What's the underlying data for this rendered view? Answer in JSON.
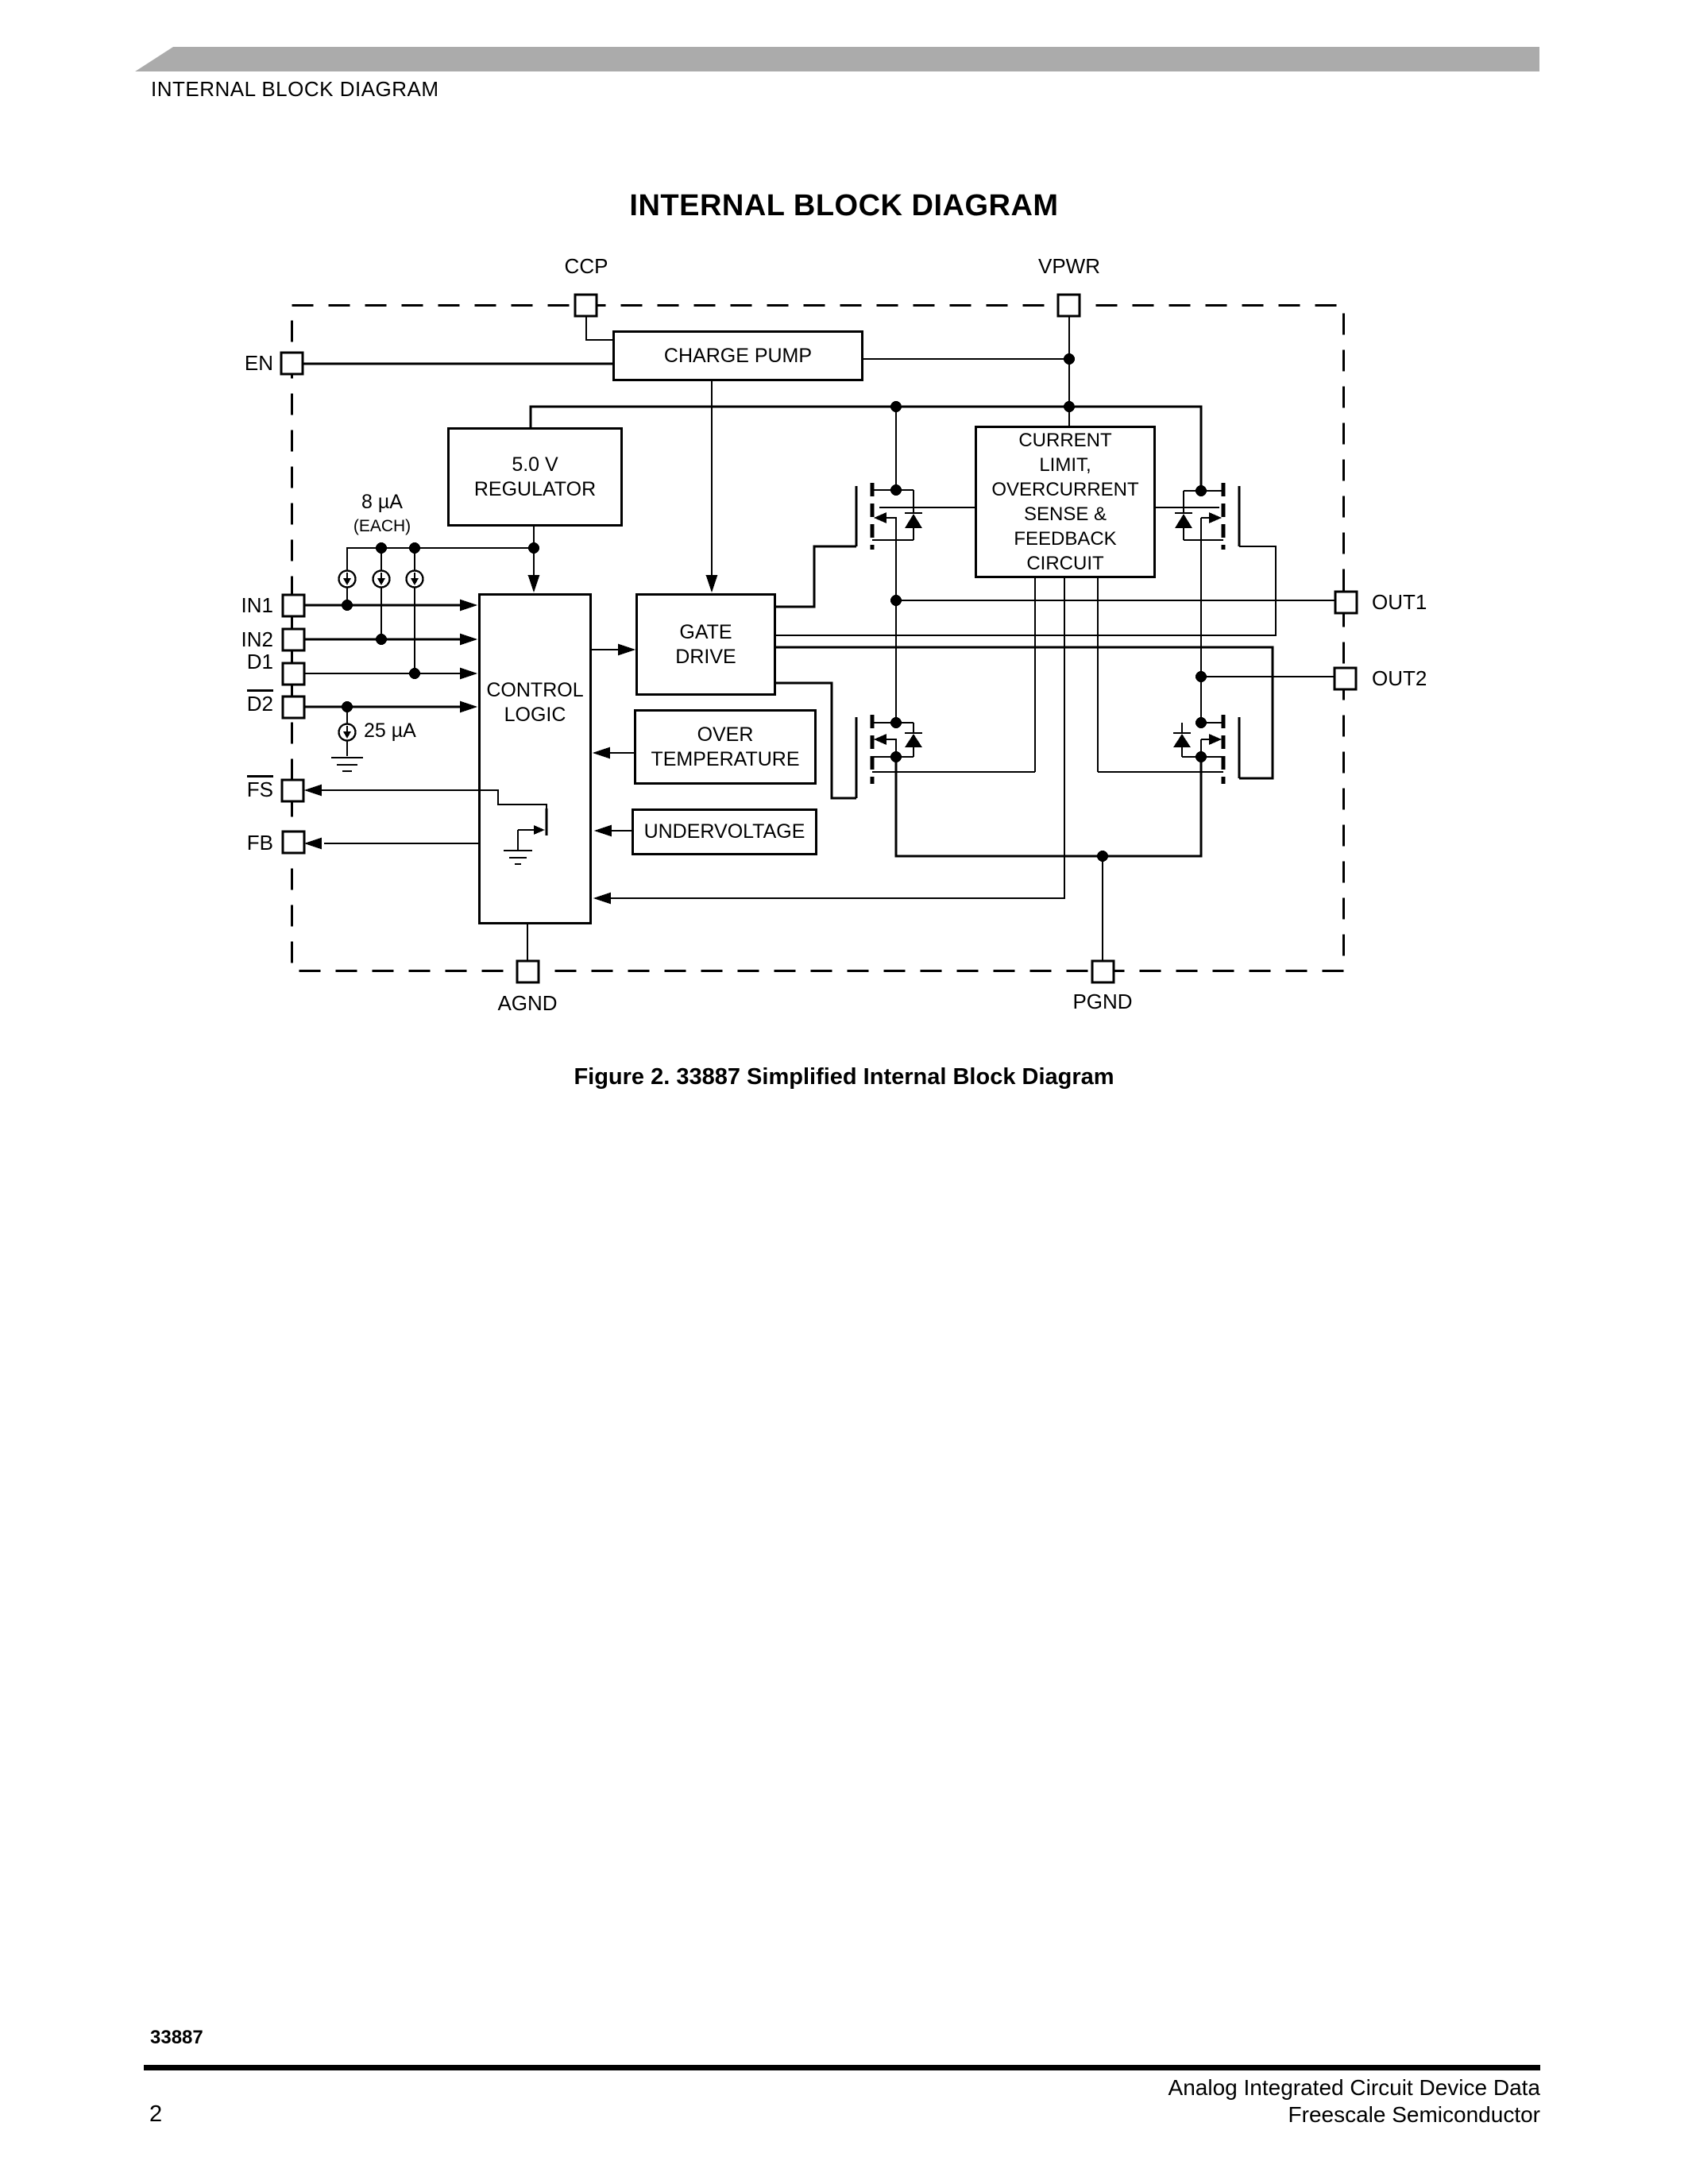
{
  "page": {
    "header_section": "INTERNAL BLOCK DIAGRAM",
    "title": "INTERNAL BLOCK DIAGRAM",
    "caption": "Figure 2. 33887 Simplified Internal Block Diagram",
    "footer": {
      "part_number": "33887",
      "doc_title": "Analog Integrated Circuit Device Data",
      "company": "Freescale Semiconductor",
      "page_number": "2"
    }
  },
  "diagram": {
    "blocks": {
      "charge_pump": "CHARGE PUMP",
      "regulator": "5.0 V\nREGULATOR",
      "control_logic": "CONTROL\nLOGIC",
      "gate_drive": "GATE\nDRIVE",
      "over_temperature": "OVER\nTEMPERATURE",
      "undervoltage": "UNDERVOLTAGE",
      "current_limit": "CURRENT\nLIMIT,\nOVERCURRENT\nSENSE &\nFEEDBACK\nCIRCUIT"
    },
    "pins": {
      "ccp": "CCP",
      "vpwr": "VPWR",
      "en": "EN",
      "in1": "IN1",
      "in2": "IN2",
      "d1": "D1",
      "d2": "D2",
      "fs": "FS",
      "fb": "FB",
      "out1": "OUT1",
      "out2": "OUT2",
      "agnd": "AGND",
      "pgnd": "PGND"
    },
    "annotations": {
      "bias_current": "8 µA",
      "bias_current_each": "(EACH)",
      "pulldown_current": "25 µA"
    },
    "colors": {
      "header_bar": "#ababab",
      "line": "#000000"
    }
  }
}
